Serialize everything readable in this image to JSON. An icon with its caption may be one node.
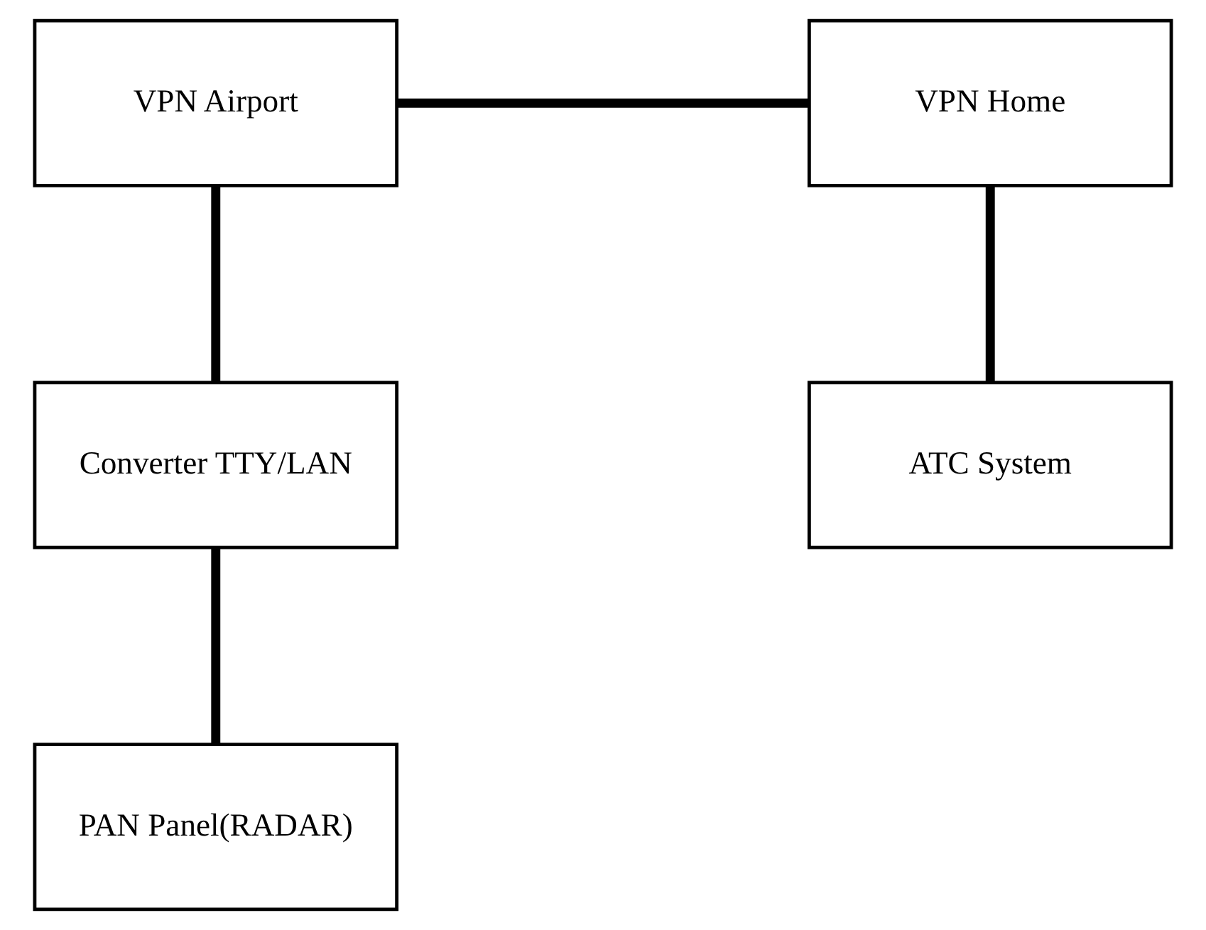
{
  "diagram": {
    "nodes": [
      {
        "text": [
          "VPN Airport"
        ]
      },
      {
        "text": [
          "VPN Home"
        ]
      },
      {
        "text": [
          "Converter TTY/LAN"
        ]
      },
      {
        "text": [
          "ATC System"
        ]
      },
      {
        "text": [
          "PAN Panel(RADAR)"
        ]
      }
    ],
    "edges": [
      {
        "from": 0,
        "to": 1,
        "arrow": "none"
      },
      {
        "from": 0,
        "to": 2,
        "arrow": "none"
      },
      {
        "from": 1,
        "to": 3,
        "arrow": "none"
      },
      {
        "from": 2,
        "to": 4,
        "arrow": "none"
      }
    ]
  }
}
